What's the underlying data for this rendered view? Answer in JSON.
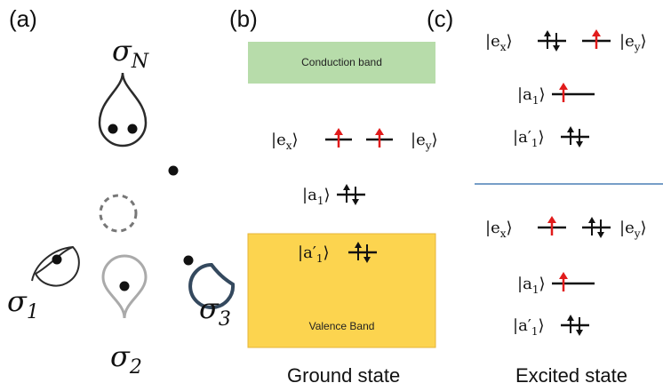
{
  "panels": {
    "a": "(a)",
    "b": "(b)",
    "c": "(c)"
  },
  "sigma": {
    "symbol": "σ",
    "n": "N",
    "one": "1",
    "two": "2",
    "three": "3"
  },
  "bands": {
    "conduction": "Conduction band",
    "valence": "Valence Band"
  },
  "states": {
    "ex_sym": "e",
    "ex_sub": "x",
    "ey_sym": "e",
    "ey_sub": "y",
    "a1_sym": "a",
    "a1_sub": "1",
    "ap1_sym": "a′",
    "ap1_sub": "1"
  },
  "captions": {
    "ground": "Ground state",
    "excited": "Excited state"
  },
  "colors": {
    "conduction": "#b7dcaa",
    "valence": "#fcd44f",
    "valence_border": "#e6b53a",
    "spin_up_red": "#e11b1b",
    "divider": "#4a7fb5",
    "orbital_dark": "#2b2b2b",
    "orbital_navy": "#34495e",
    "orbital_grey": "#aaaaaa",
    "vacancy": "#777777"
  }
}
